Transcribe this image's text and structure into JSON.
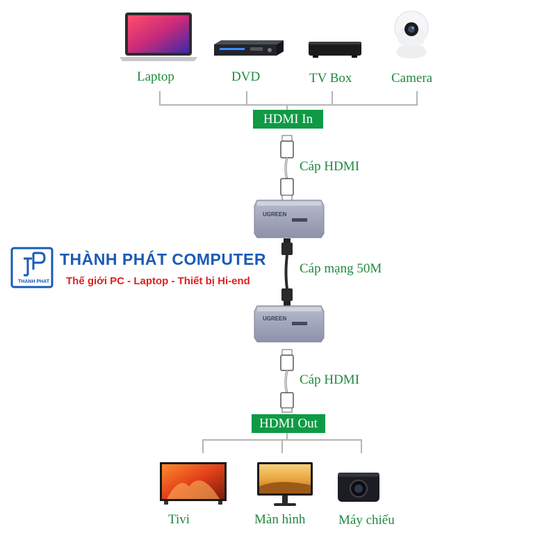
{
  "sources": [
    {
      "label": "Laptop",
      "icon": "laptop-icon"
    },
    {
      "label": "DVD",
      "icon": "dvd-player-icon"
    },
    {
      "label": "TV Box",
      "icon": "tv-box-icon"
    },
    {
      "label": "Camera",
      "icon": "camera-icon"
    }
  ],
  "hdmi_in": "HDMI In",
  "cable_top": "Cáp HDMI",
  "network_cable": "Cáp mạng 50M",
  "cable_bottom": "Cáp HDMI",
  "hdmi_out": "HDMI Out",
  "devices": [
    {
      "label": "Tivi",
      "icon": "tv-icon"
    },
    {
      "label": "Màn hình",
      "icon": "monitor-icon"
    },
    {
      "label": "Máy chiếu",
      "icon": "projector-icon"
    }
  ],
  "extender_brand": "UGREEN",
  "brand": {
    "name": "THÀNH PHÁT COMPUTER",
    "tagline": "Thế giới PC - Laptop - Thiết bị Hi-end",
    "logo_caption": "THANH PHAT"
  },
  "colors": {
    "accent_green": "#0f9a45",
    "label_green": "#1f8a3f",
    "brand_blue": "#1a5bb5",
    "brand_red": "#e02020",
    "line_gray": "#b5b5b5"
  }
}
